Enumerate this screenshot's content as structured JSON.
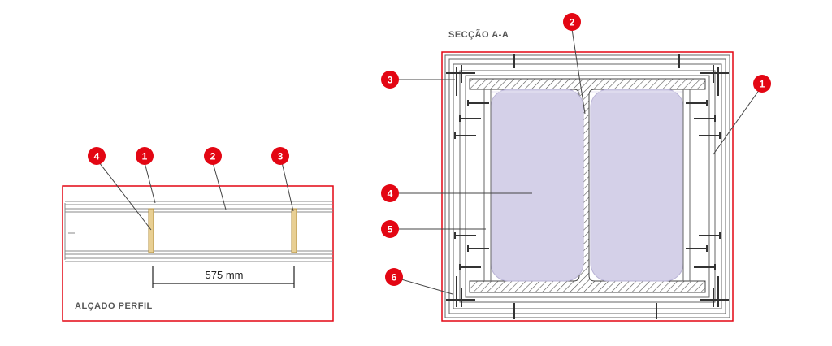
{
  "elevation": {
    "title": "ALÇADO PERFIL",
    "dimension": "575 mm"
  },
  "section": {
    "title": "SECÇÃO A-A"
  },
  "markers": {
    "one": "1",
    "two": "2",
    "three": "3",
    "four": "4",
    "five": "5",
    "six": "6"
  },
  "colors": {
    "accent": "#e30613",
    "fill": "#d4d0e8",
    "stud": "#e8cf93",
    "line": "#555555"
  }
}
